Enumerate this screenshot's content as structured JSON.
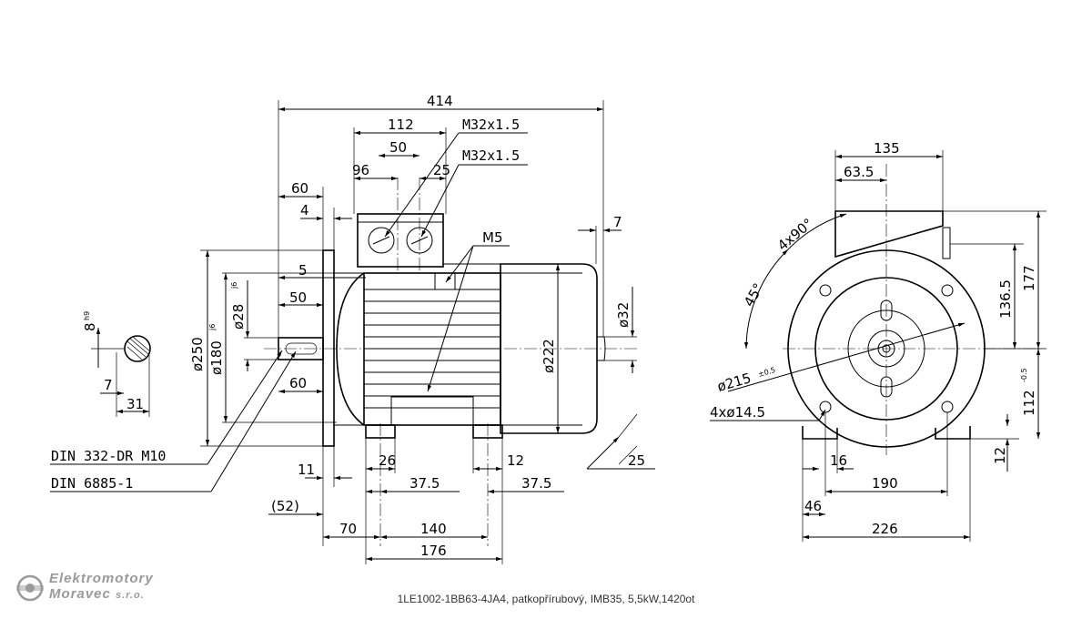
{
  "dimensions": {
    "d414": "414",
    "d112": "112",
    "d50t": "50",
    "d96": "96",
    "d25t": "25",
    "d60t": "60",
    "d4": "4",
    "d5": "5",
    "d50s": "50",
    "d60b": "60",
    "d7r": "7",
    "m32a": "M32x1.5",
    "m32b": "M32x1.5",
    "m5": "M5",
    "d32": "ø32",
    "d222": "ø222",
    "d250": "ø250",
    "d180": "ø180",
    "d180tol": "j6",
    "d28": "ø28",
    "d28tol": "j6",
    "d8": "8",
    "d8tol": "h9",
    "d7k": "7",
    "d31": "31",
    "d26": "26",
    "d12b": "12",
    "d37a": "37.5",
    "d37b": "37.5",
    "d25b": "25",
    "d11": "11",
    "d52": "(52)",
    "d70": "70",
    "d140": "140",
    "d176": "176",
    "d135": "135",
    "d63": "63.5",
    "d177": "177",
    "d136": "136.5",
    "d112r": "112",
    "d112tol": "-0.5",
    "a45": "45°",
    "holes4x90": "4x90°",
    "d215": "ø215",
    "d215tol": "±0.5",
    "holes145": "4xø14.5",
    "d16": "16",
    "d190": "190",
    "d46": "46",
    "d226": "226",
    "d12r": "12"
  },
  "labels": {
    "din332": "DIN 332-DR M10",
    "din6885": "DIN 6885-1"
  },
  "caption": "1LE1002-1BB63-4JA4, patkopřírubový, IMB35, 5,5kW,1420ot",
  "logo": {
    "line1": "Elektromotory",
    "line2": "Moravec",
    "line2_suffix": "s.r.o."
  },
  "colors": {
    "line": "#000000",
    "logo": "#9a9a9a",
    "caption": "#333333"
  }
}
